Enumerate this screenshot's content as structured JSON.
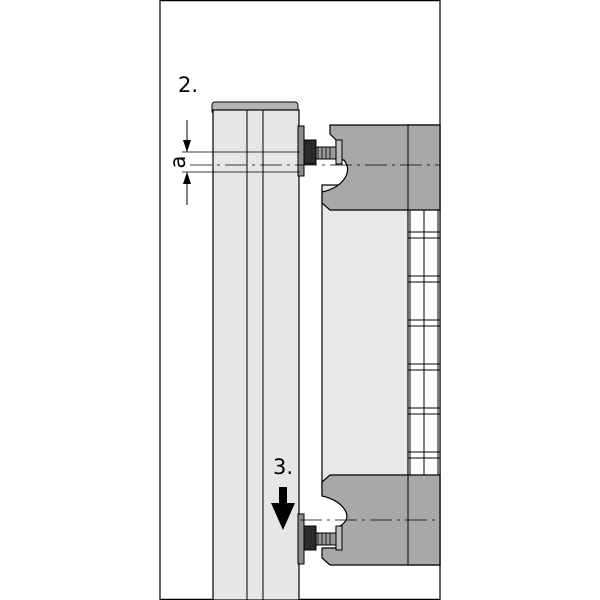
{
  "step_labels": {
    "step_2": "2.",
    "step_3": "3."
  },
  "dimension_label": "a",
  "colors": {
    "background": "#ffffff",
    "post_fill": "#e6e6e6",
    "bracket_fill": "#a8a8a8",
    "panel_fill": "#d4d4d4",
    "mesh_fill": "#f2f2f2",
    "outline": "#000000"
  },
  "icons": [
    "down-arrow-icon",
    "dimension-arrow-icon",
    "bolt-icon"
  ]
}
